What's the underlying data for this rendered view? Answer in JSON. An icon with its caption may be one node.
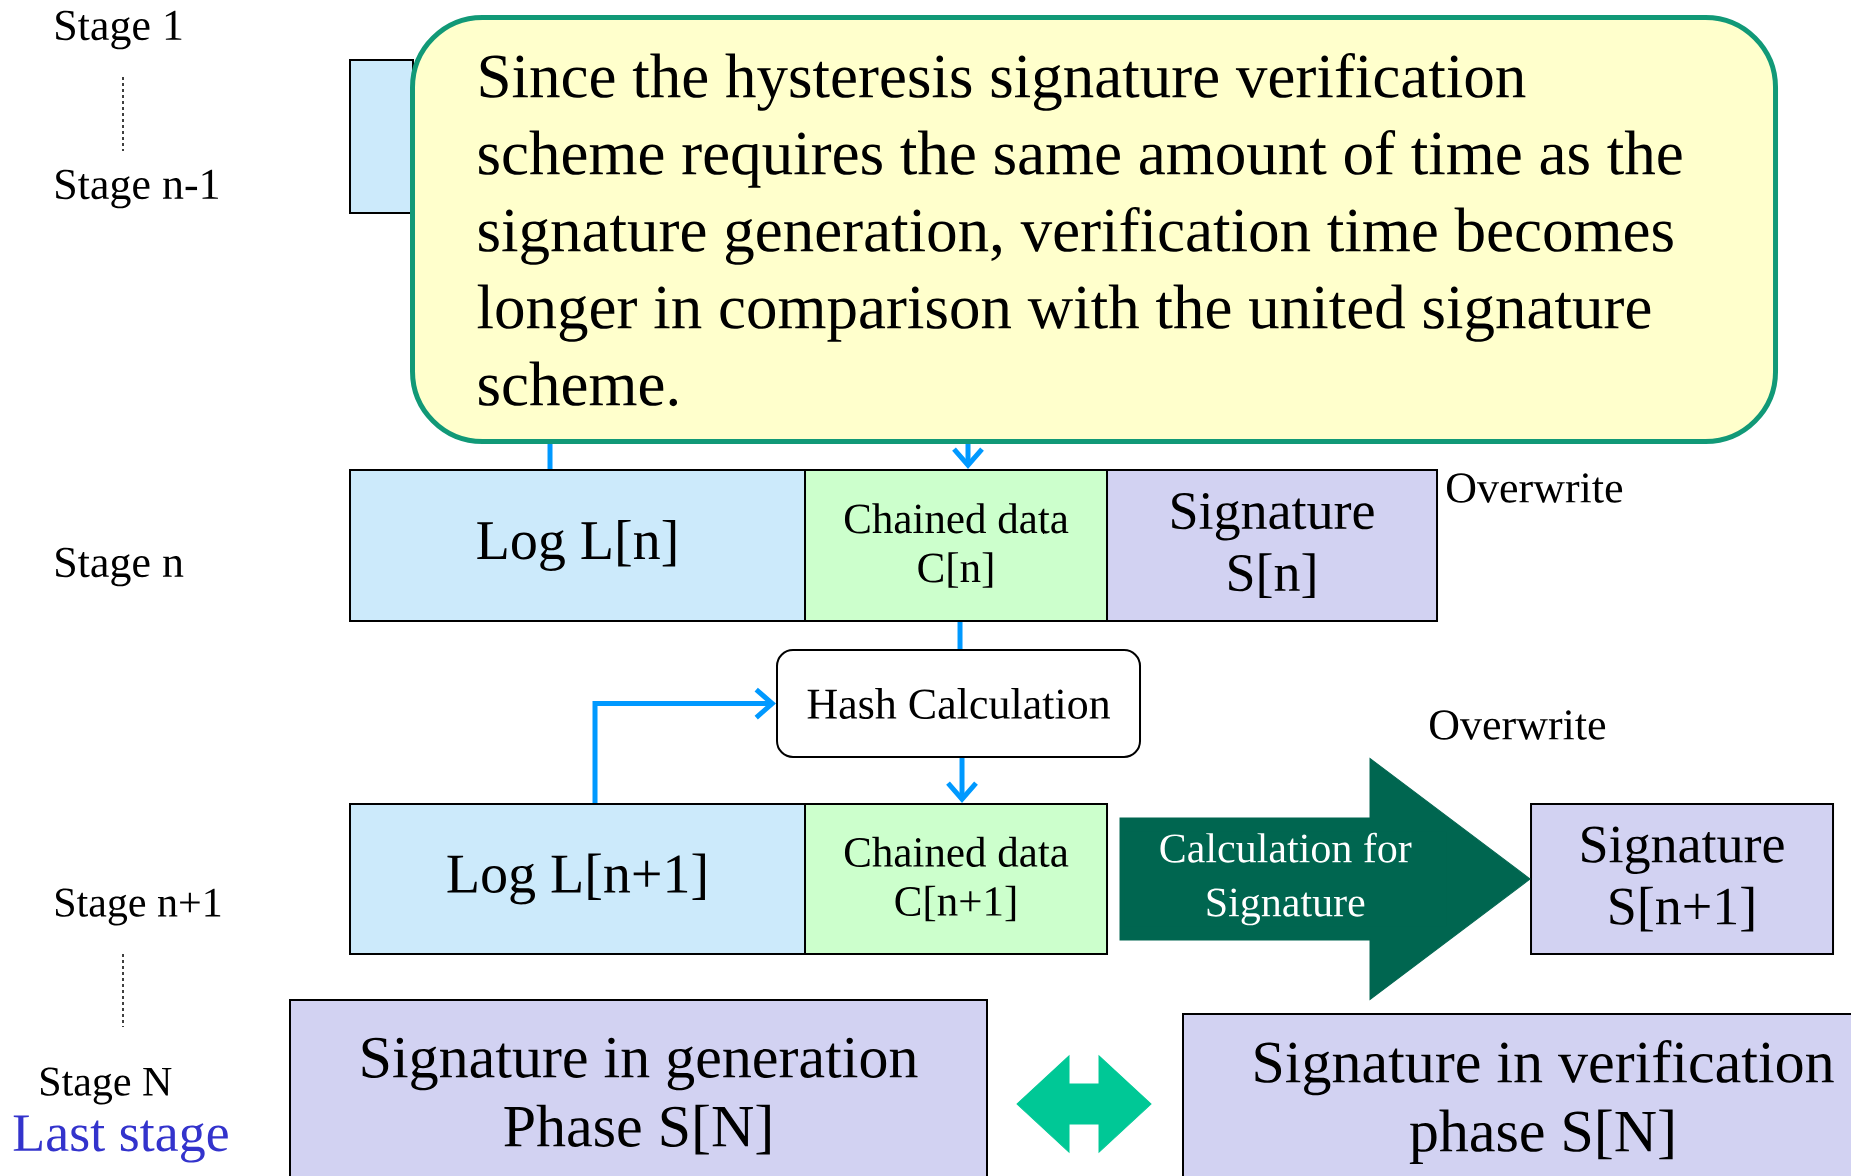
{
  "diagram": {
    "nodes": [
      {
        "text": [
          "Since the hysteresis signature verification scheme requires the same amount of time as the signature generation, verification time becomes longer in comparison with the united signature scheme."
        ]
      },
      {
        "text": [],
        "shape": "box"
      },
      {
        "text": [
          "Log L[n]"
        ]
      },
      {
        "text": [
          "Chained data C[n]"
        ]
      },
      {
        "text": [
          "Signature S[n]"
        ]
      },
      {
        "text": [
          "Hash Calculation"
        ]
      },
      {
        "text": [
          "Log L[n+1]"
        ]
      },
      {
        "text": [
          "Chained data C[n+1]"
        ]
      },
      {
        "text": [
          "Signature S[n+1]"
        ]
      },
      {
        "text": [
          "Signature in generation Phase S[N]"
        ]
      },
      {
        "text": [
          "Signature in verification phase S[N]"
        ]
      }
    ],
    "edges": [
      {
        "from": 2,
        "to": 0,
        "arrow": "none"
      },
      {
        "from": 0,
        "to": 3,
        "arrow": "to"
      },
      {
        "from": 3,
        "to": 5,
        "arrow": "none"
      },
      {
        "from": 5,
        "to": 7,
        "arrow": "to"
      },
      {
        "from": 6,
        "to": 5,
        "arrow": "to"
      },
      {
        "from": 7,
        "to": 8,
        "arrow": "to",
        "label": "Calculation for Signature",
        "style": "thick",
        "color": "#006650"
      },
      {
        "from": 9,
        "to": 10,
        "arrow": "both",
        "style": "thick",
        "color": "#00c896"
      }
    ],
    "labels": [
      "Stage 1",
      "Stage n-1",
      "Overwrite",
      "Stage n",
      "Overwrite",
      "Stage n+1",
      "Stage N",
      "Last stage"
    ]
  }
}
